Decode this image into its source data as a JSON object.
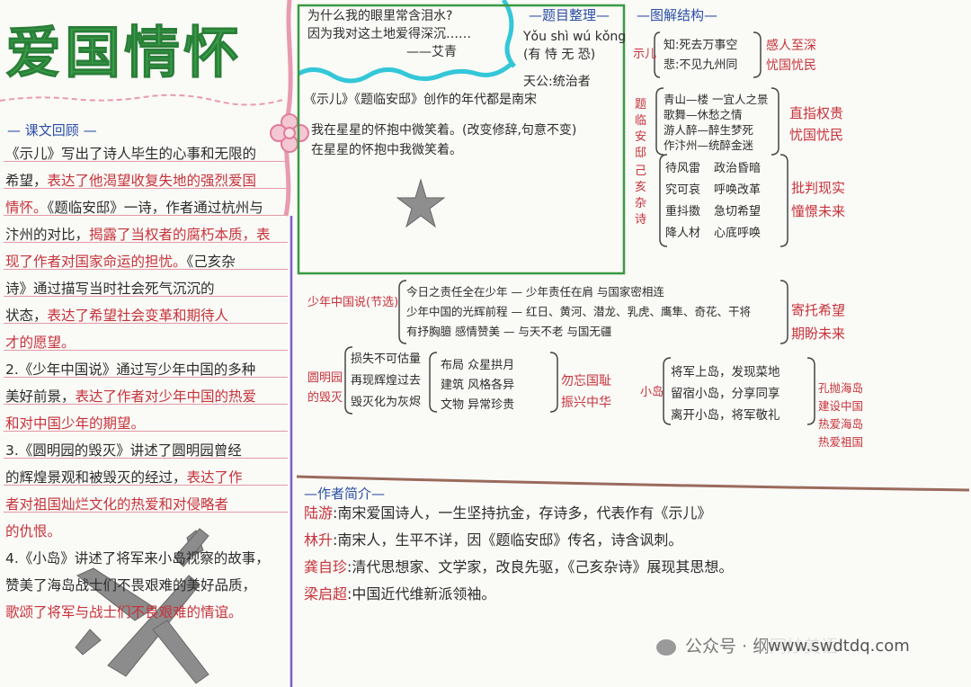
{
  "title": "爱国情怀",
  "quote": {
    "lines": [
      "为什么我的眼里常含泪水?",
      "因为我对这土地爱得深沉……",
      "——艾青"
    ]
  },
  "review": {
    "heading": "课文回顾",
    "lines": [
      {
        "black": "《示儿》写出了诗人毕生的心事和无限的",
        "red": ""
      },
      {
        "black": "希望，",
        "red": "表达了他渴望收复失地的强烈爱国"
      },
      {
        "black": "",
        "red": "情怀。",
        "black2": "《题临安邸》一诗，作者通过杭州与"
      },
      {
        "black": "汴州的对比，",
        "red": "揭露了当权者的腐朽本质，表"
      },
      {
        "black": "",
        "red": "现了作者对国家命运的担忧。",
        "black2": "《己亥杂"
      },
      {
        "black": "诗》通过描写当时社会死气沉沉的",
        "red": ""
      },
      {
        "black": "状态，",
        "red": "表达了希望社会变革和期待人"
      },
      {
        "black": "",
        "red": "才的愿望。"
      },
      {
        "black": "2.《少年中国说》通过写少年中国的多种",
        "red": ""
      },
      {
        "black": "美好前景，",
        "red": "表达了作者对少年中国的热爱"
      },
      {
        "black": "",
        "red": "和对中国少年的期望。"
      },
      {
        "black": "3.《圆明园的毁灭》讲述了圆明园曾经",
        "red": ""
      },
      {
        "black": "的辉煌景观和被毁灭的经过，",
        "red": "表达了作"
      },
      {
        "black": "",
        "red": "者对祖国灿烂文化的热爱和对侵略者"
      },
      {
        "black": "",
        "red": "的仇恨。"
      },
      {
        "black": "4.《小岛》讲述了将军来小岛视察的故事，",
        "red": ""
      },
      {
        "black": "赞美了海岛战士们不畏艰难的美好品质，",
        "red": ""
      },
      {
        "black": "",
        "red": "歌颂了将军与战士们不畏艰难的情谊。"
      }
    ]
  },
  "title_section": {
    "heading": "题目整理",
    "pinyin": "Yǒu shì wú kǒng",
    "hanzi": "(有 恃 无 恐)",
    "subject": "天公:统治者",
    "era": "《示儿》《题临安邸》创作的年代都是南宋",
    "text1": "我在星星的怀抱中微笑着。(改变修辞,句意不变)",
    "text2": "在星星的怀抱中我微笑着。"
  },
  "structure": {
    "heading": "图解结构",
    "groups": [
      {
        "name": "示儿",
        "items": [
          "知:死去万事空",
          "悲:不见九州同"
        ],
        "result": [
          "感人至深",
          "忧国忧民"
        ]
      },
      {
        "name": "题临安邸",
        "items": [
          "青山—楼 一宜人之景",
          "歌舞—休愁之情",
          "游人醉—醉生梦死",
          "作汴州—统醉金迷"
        ],
        "result": [
          "直指权贵",
          "忧国忧民"
        ]
      },
      {
        "name": "己亥杂诗",
        "items": [
          "待风雷",
          "究可哀",
          "重抖擞",
          "降人材"
        ],
        "items2": [
          "政治昏暗",
          "呼唤改革",
          "急切希望",
          "心底呼唤"
        ],
        "result": [
          "批判现实",
          "憧憬未来"
        ]
      }
    ]
  },
  "youth": {
    "name": "少年中国说(节选)",
    "lines": [
      "今日之责任全在少年 — 少年责任在肩 与国家密相连",
      "少年中国的光辉前程 — 红日、黄河、潜龙、乳虎、鹰隼、奇花、干将",
      "有抒胸臆 感情赞美 — 与天不老 与国无疆"
    ],
    "result": [
      "寄托希望",
      "期盼未来"
    ]
  },
  "yuanming": {
    "name": [
      "圆明园",
      "的毁灭"
    ],
    "left": [
      "损失不可估量",
      "再现辉煌过去",
      "毁灭化为灰烬"
    ],
    "mid": [
      "布局 众星拱月",
      "建筑 风格各异",
      "文物 异常珍贵"
    ],
    "result": [
      "勿忘国耻",
      "振兴中华"
    ]
  },
  "island": {
    "name": "小岛",
    "lines": [
      "将军上岛，发现菜地",
      "留宿小岛，分享同享",
      "离开小岛，将军敬礼"
    ],
    "result": [
      "孔抛海岛",
      "建设中国",
      "热爱海岛",
      "热爱祖国"
    ]
  },
  "authors": {
    "heading": "作者简介",
    "rows": [
      {
        "name": "陆游",
        "text": ":南宋爱国诗人，一生坚持抗金，存诗多，代表作有《示儿》"
      },
      {
        "name": "林升",
        "text": ":南宋人，生平不详，因《题临安邸》传名，诗含讽刺。"
      },
      {
        "name": "龚自珍",
        "text": ":清代思想家、文学家，改良先驱，《己亥杂诗》展现其思想。"
      },
      {
        "name": "梁启超",
        "text": ":中国近代维新派领袖。"
      }
    ]
  },
  "watermark": {
    "text": "公众号 · 纲同妙美语",
    "url": "www.swdtdq.com"
  },
  "colors": {
    "green": "#3aa14a",
    "red": "#c7323a",
    "blue": "#2b4fa5",
    "purple": "#7b5fc7",
    "brown": "#9a6a5c"
  }
}
